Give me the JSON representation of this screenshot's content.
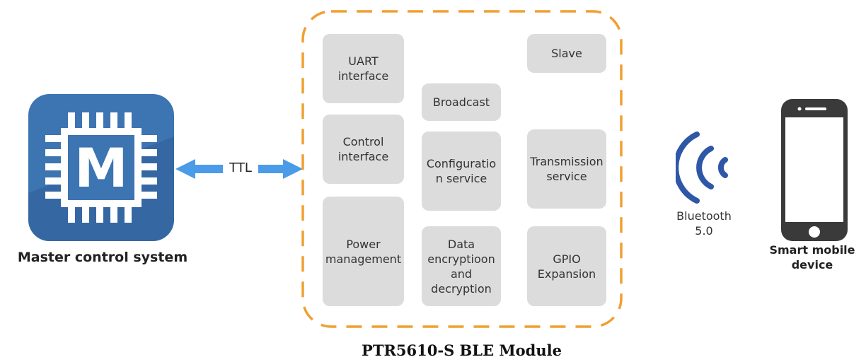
{
  "master": {
    "icon_letter": "M",
    "label": "Master control system"
  },
  "link": {
    "label": "TTL"
  },
  "module": {
    "title": "PTR5610-S BLE Module",
    "blocks": {
      "uart": "UART\ninterface",
      "control": "Control\ninterface",
      "power": "Power\nmanagement",
      "broadcast": "Broadcast",
      "config": "Configuratio\nn service",
      "encryption": "Data\nencryptioon\nand\ndecryption",
      "slave": "Slave",
      "transmission": "Transmission\nservice",
      "gpio": "GPIO\nExpansion"
    }
  },
  "bluetooth": {
    "label": "Bluetooth\n5.0"
  },
  "device": {
    "label": "Smart mobile\ndevice"
  },
  "colors": {
    "chip_blue": "#3d74b2",
    "frame_orange": "#f0a030",
    "arrow_blue": "#4a9be8",
    "bluetooth_blue": "#2f57a8",
    "block_gray": "#dcdcdc"
  }
}
